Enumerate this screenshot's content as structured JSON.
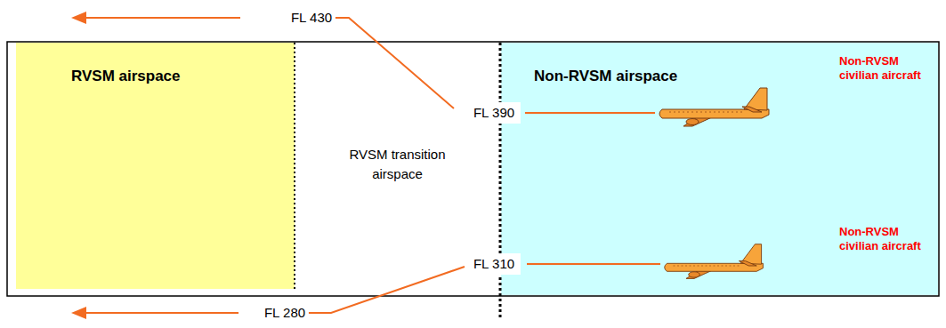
{
  "diagram": {
    "nodes": [
      {
        "text": [
          "RVSM airspace"
        ]
      },
      {
        "text": [
          "RVSM transition airspace"
        ]
      },
      {
        "text": [
          "Non-RVSM airspace",
          "Non-RVSM civilian aircraft",
          "Non-RVSM civilian aircraft"
        ]
      }
    ],
    "labels": [
      "FL 430",
      "FL 390",
      "FL 310",
      "FL 280"
    ]
  }
}
